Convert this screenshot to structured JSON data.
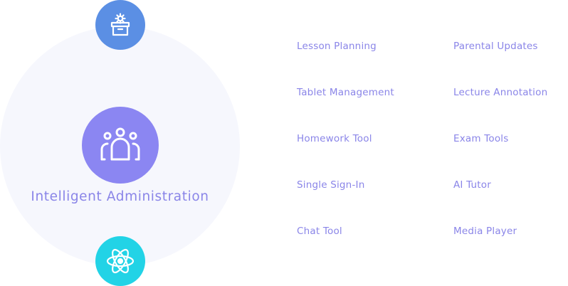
{
  "hub": {
    "title": "Intelligent Administration",
    "center_icon": "people-group-icon",
    "top_icon": "gear-box-icon",
    "bottom_icon": "atom-icon"
  },
  "features": [
    {
      "label": "Lesson Planning"
    },
    {
      "label": "Parental Updates"
    },
    {
      "label": "Tablet Management"
    },
    {
      "label": "Lecture Annotation"
    },
    {
      "label": "Homework Tool"
    },
    {
      "label": "Exam Tools"
    },
    {
      "label": "Single Sign-In"
    },
    {
      "label": "AI Tutor"
    },
    {
      "label": "Chat Tool"
    },
    {
      "label": "Media Player"
    }
  ],
  "colors": {
    "accent_purple": "#8b86f2",
    "text_purple": "#8a85e8",
    "badge_blue": "#5b8fe4",
    "badge_cyan": "#22d3e6",
    "circle_bg": "#f6f7fd"
  }
}
